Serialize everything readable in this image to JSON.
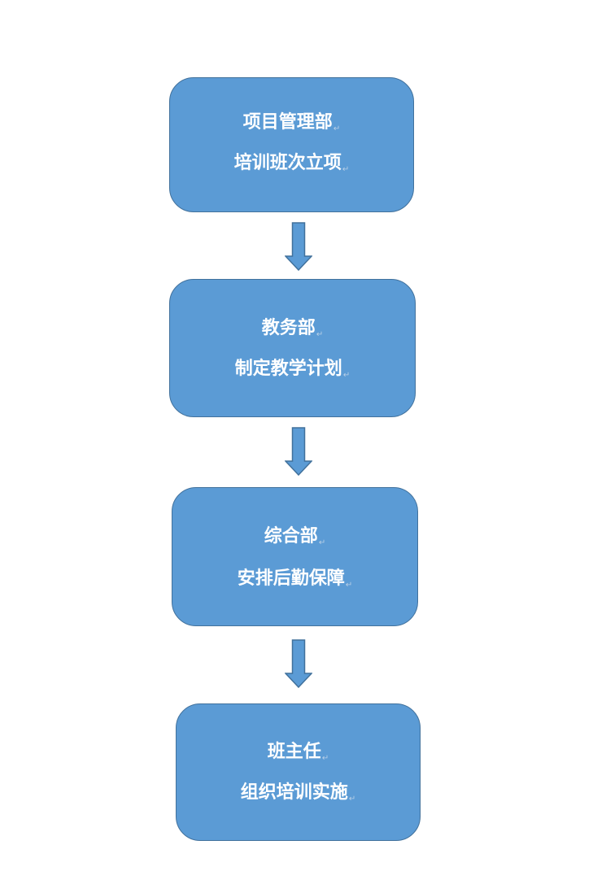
{
  "steps": [
    {
      "department": "项目管理部",
      "task": "培训班次立项"
    },
    {
      "department": "教务部",
      "task": "制定教学计划"
    },
    {
      "department": "综合部",
      "task": "安排后勤保障"
    },
    {
      "department": "班主任",
      "task": "组织培训实施"
    }
  ],
  "paragraph_mark": "↵",
  "colors": {
    "box_fill": "#5b9bd5",
    "box_border": "#41719c",
    "text": "#ffffff",
    "arrow_fill": "#5b9bd5",
    "arrow_border": "#41719c"
  },
  "icons": {
    "connector": "down-arrow-icon"
  }
}
